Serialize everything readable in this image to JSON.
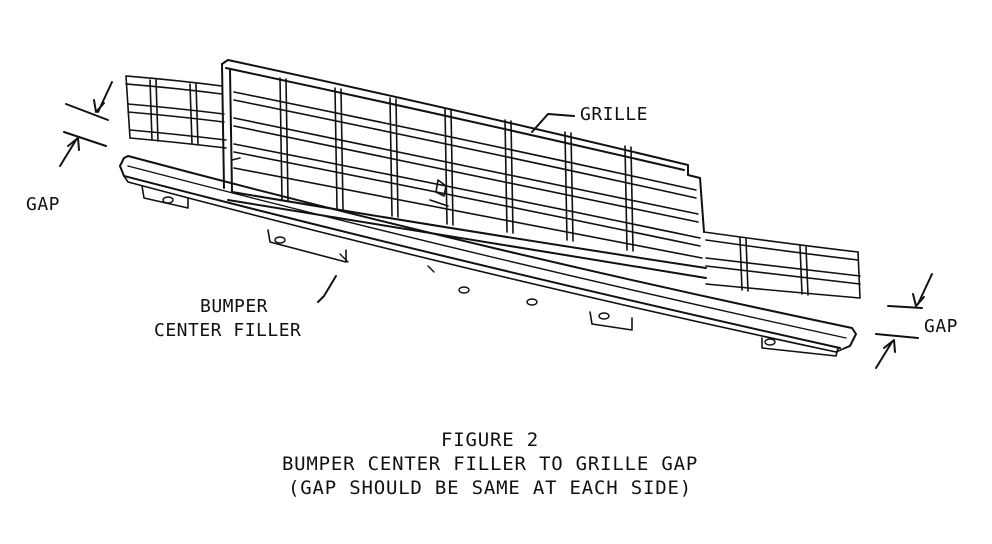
{
  "labels": {
    "grille": "GRILLE",
    "gap_left": "GAP",
    "gap_right": "GAP",
    "bumper_line1": "BUMPER",
    "bumper_line2": "CENTER FILLER"
  },
  "caption": {
    "line1": "FIGURE 2",
    "line2": "BUMPER CENTER FILLER TO GRILLE GAP",
    "line3": "(GAP SHOULD BE SAME AT EACH SIDE)"
  },
  "colors": {
    "ink": "#111111",
    "paper": "#ffffff"
  }
}
